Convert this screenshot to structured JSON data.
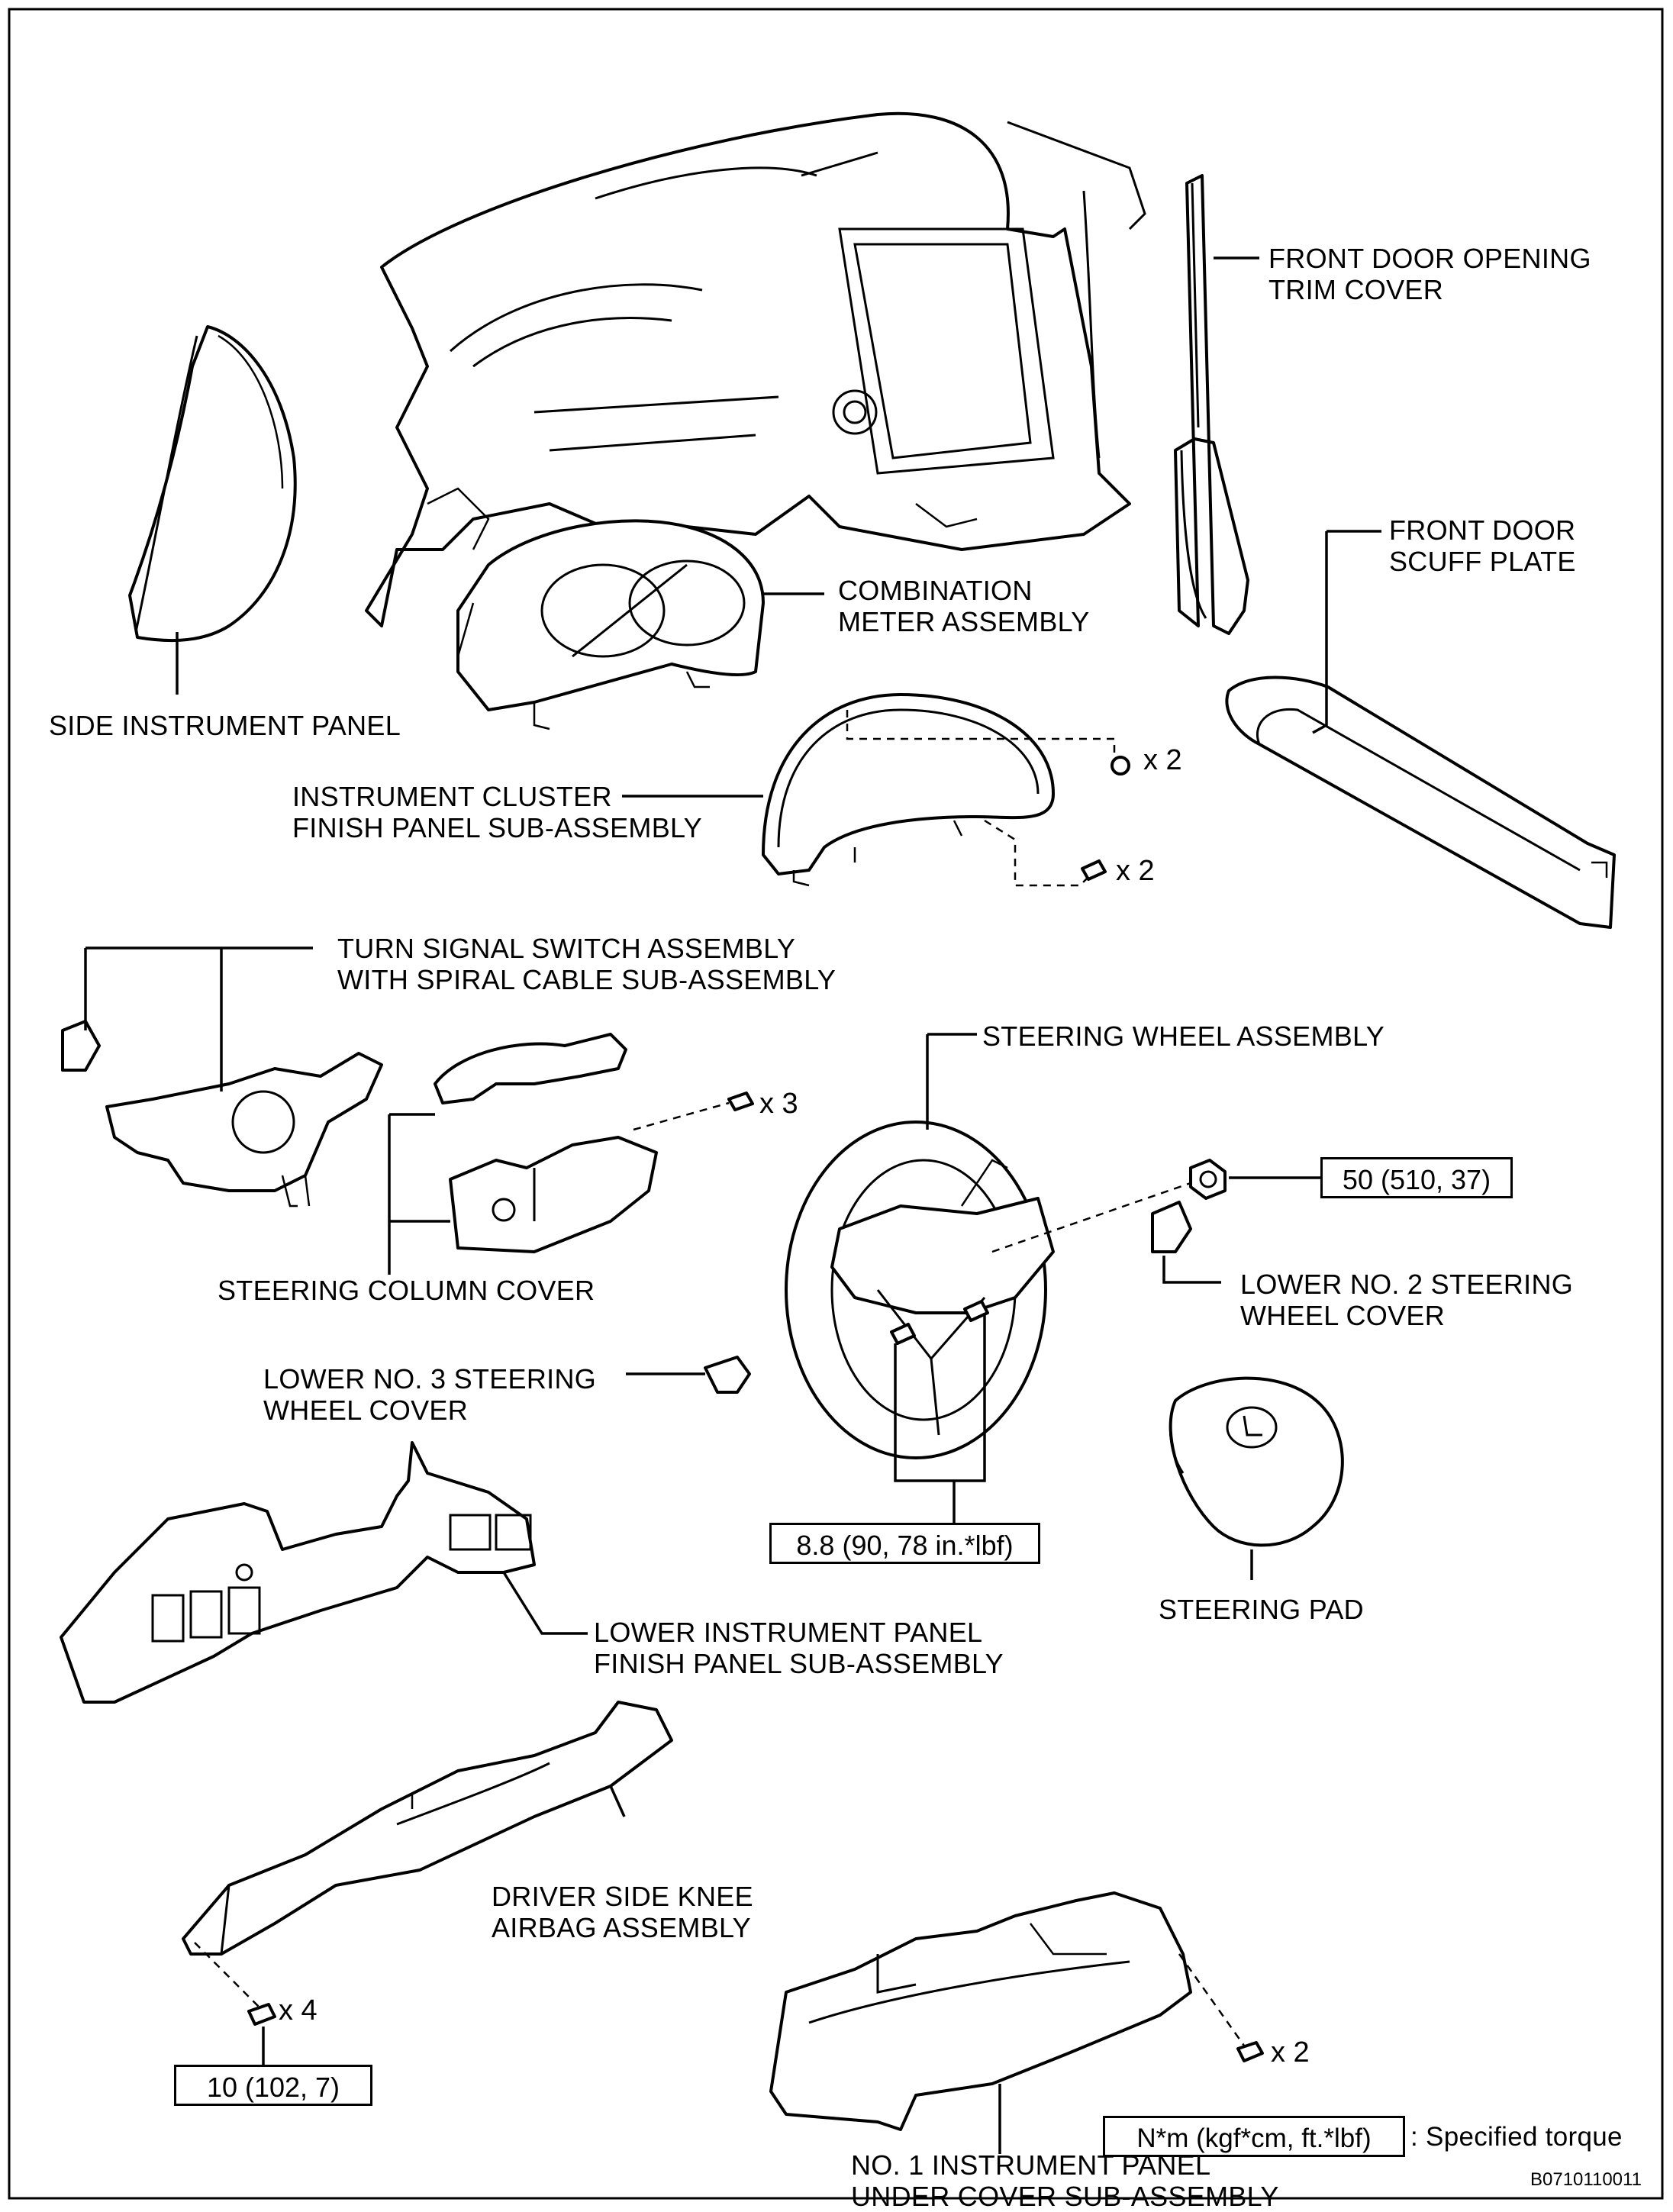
{
  "parts": {
    "front_door_opening_trim_cover": {
      "line1": "FRONT DOOR OPENING",
      "line2": "TRIM COVER"
    },
    "front_door_scuff_plate": {
      "line1": "FRONT DOOR",
      "line2": "SCUFF PLATE"
    },
    "combination_meter_assembly": {
      "line1": "COMBINATION",
      "line2": "METER ASSEMBLY"
    },
    "side_instrument_panel": {
      "line1": "SIDE INSTRUMENT PANEL"
    },
    "instrument_cluster_finish_panel": {
      "line1": "INSTRUMENT CLUSTER",
      "line2": "FINISH PANEL SUB-ASSEMBLY"
    },
    "turn_signal_switch": {
      "line1": "TURN SIGNAL SWITCH ASSEMBLY",
      "line2": "WITH SPIRAL CABLE SUB-ASSEMBLY"
    },
    "steering_wheel_assembly": {
      "line1": "STEERING WHEEL ASSEMBLY"
    },
    "steering_column_cover": {
      "line1": "STEERING COLUMN COVER"
    },
    "lower_no2_steering_wheel_cover": {
      "line1": "LOWER NO. 2 STEERING",
      "line2": "WHEEL COVER"
    },
    "lower_no3_steering_wheel_cover": {
      "line1": "LOWER NO. 3 STEERING",
      "line2": "WHEEL COVER"
    },
    "steering_pad": {
      "line1": "STEERING PAD"
    },
    "lower_instrument_panel_finish_panel": {
      "line1": "LOWER INSTRUMENT PANEL",
      "line2": "FINISH PANEL SUB-ASSEMBLY"
    },
    "driver_side_knee_airbag": {
      "line1": "DRIVER SIDE KNEE",
      "line2": "AIRBAG ASSEMBLY"
    },
    "no1_instrument_panel_under_cover": {
      "line1": "NO. 1 INSTRUMENT PANEL",
      "line2": "UNDER COVER SUB-ASSEMBLY"
    }
  },
  "quantities": {
    "cluster_upper_clips": "x 2",
    "cluster_lower_screws": "x 2",
    "column_cover_screws": "x 3",
    "knee_airbag_bolts": "x 4",
    "under_cover_screws": "x 2"
  },
  "torques": {
    "steering_wheel_nut": "50 (510, 37)",
    "steering_pad_screws": "8.8 (90, 78 in.*lbf)",
    "knee_airbag_bolts": "10 (102, 7)"
  },
  "legend": {
    "unit_box": "N*m (kgf*cm, ft.*lbf)",
    "description": ": Specified torque"
  },
  "figure_code": "B0710110011"
}
